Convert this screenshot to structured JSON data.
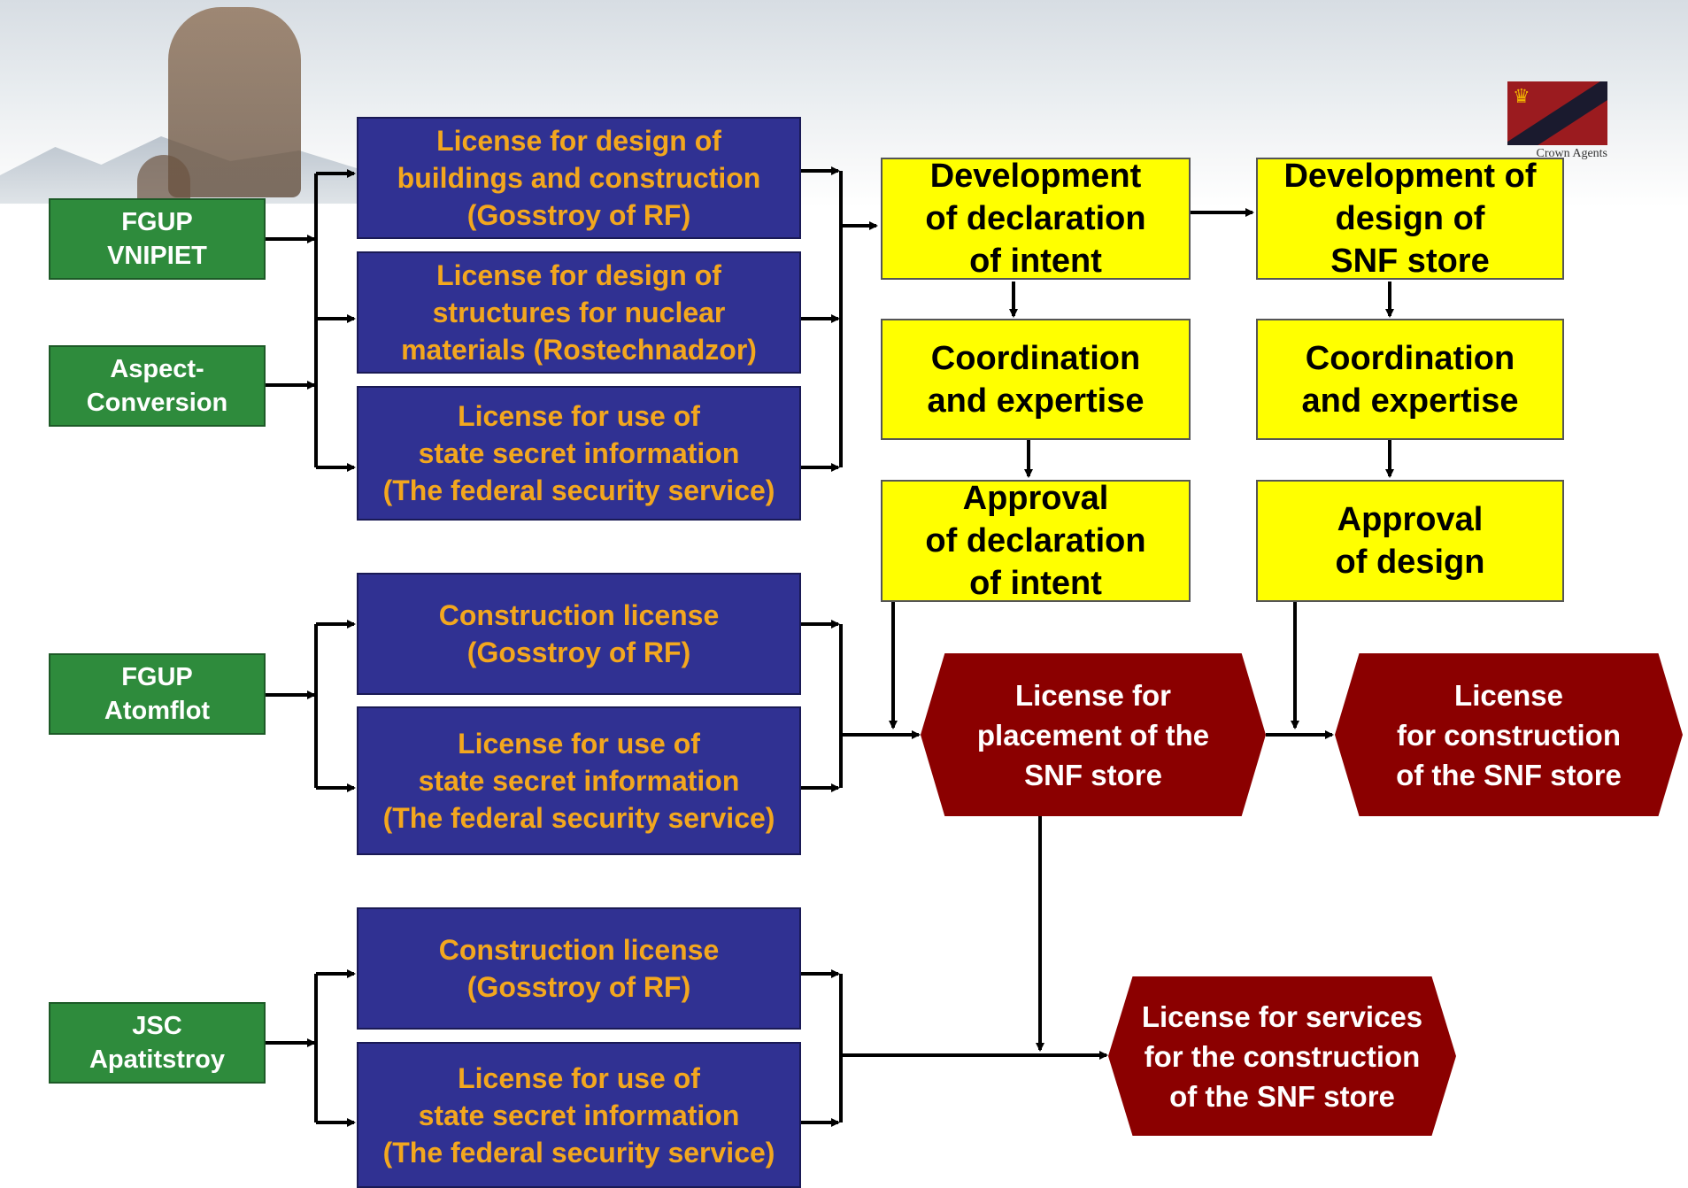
{
  "colors": {
    "green": "#2e8b3c",
    "blue": "#303192",
    "blue_text": "#f3a71e",
    "yellow": "#ffff00",
    "hex": "#8b0000"
  },
  "header": {
    "logo_text": "Crown Agents",
    "logo_icon": "crown-agents-logo"
  },
  "organizations": [
    {
      "id": "org-fgup-vnipiet",
      "label": "FGUP\nVNIPIET"
    },
    {
      "id": "org-aspect-conversion",
      "label": "Aspect-\nConversion"
    },
    {
      "id": "org-fgup-atomflot",
      "label": "FGUP\nAtomflot"
    },
    {
      "id": "org-jsc-apatitstroy",
      "label": "JSC\nApatitstroy"
    }
  ],
  "licenses": [
    {
      "id": "lic-design-buildings",
      "label": "License for design of\nbuildings and construction\n(Gosstroy of RF)"
    },
    {
      "id": "lic-design-nuclear",
      "label": "License for design of\nstructures for nuclear\nmaterials (Rostechnadzor)"
    },
    {
      "id": "lic-state-secret-1",
      "label": "License for use of\nstate secret information\n(The federal security service)"
    },
    {
      "id": "lic-construction-1",
      "label": "Construction license\n(Gosstroy of RF)"
    },
    {
      "id": "lic-state-secret-2",
      "label": "License for use of\nstate secret information\n(The federal security service)"
    },
    {
      "id": "lic-construction-2",
      "label": "Construction license\n(Gosstroy of RF)"
    },
    {
      "id": "lic-state-secret-3",
      "label": "License for use of\nstate secret information\n(The federal security service)"
    }
  ],
  "steps": [
    {
      "id": "step-dev-declaration",
      "label": "Development\nof declaration\nof intent"
    },
    {
      "id": "step-coord-1",
      "label": "Coordination\nand expertise"
    },
    {
      "id": "step-approval-declaration",
      "label": "Approval\nof declaration\nof intent"
    },
    {
      "id": "step-dev-design",
      "label": "Development of\ndesign of\nSNF store"
    },
    {
      "id": "step-coord-2",
      "label": "Coordination\nand expertise"
    },
    {
      "id": "step-approval-design",
      "label": "Approval\nof design"
    }
  ],
  "outcomes": [
    {
      "id": "out-placement",
      "label": "License for\nplacement of the\nSNF store"
    },
    {
      "id": "out-construction",
      "label": "License\nfor construction\nof  the SNF store"
    },
    {
      "id": "out-services",
      "label": "License for services\nfor the construction\nof the SNF store"
    }
  ]
}
